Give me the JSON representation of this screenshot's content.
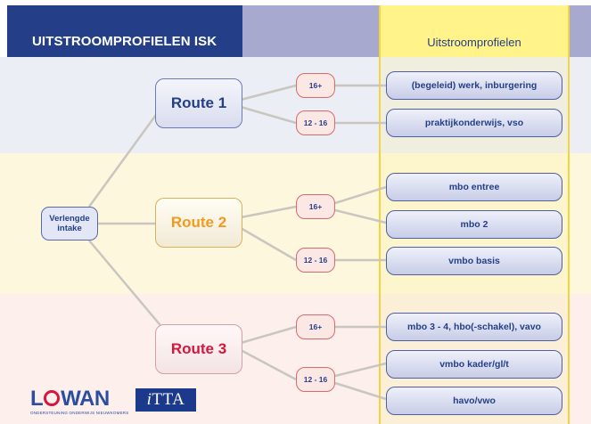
{
  "header": {
    "title": "UITSTROOMPROFIELEN ISK",
    "column_title": "Uitstroomprofielen"
  },
  "intake": {
    "label": "Verlengde intake"
  },
  "routes": [
    {
      "label": "Route 1",
      "color": "#243f87"
    },
    {
      "label": "Route 2",
      "color": "#f29a1f"
    },
    {
      "label": "Route 3",
      "color": "#d6163c"
    }
  ],
  "ages": [
    "16+",
    "12 - 16",
    "16+",
    "12 - 16",
    "16+",
    "12 - 16"
  ],
  "outcomes": [
    "(begeleid) werk, inburgering",
    "praktijkonderwijs, vso",
    "mbo entree",
    "mbo 2",
    "vmbo basis",
    "mbo 3 - 4, hbo(-schakel), vavo",
    "vmbo kader/gl/t",
    "havo/vwo"
  ],
  "logos": {
    "lowan": "LOWAN",
    "lowan_tagline": "ONDERSTEUNING ONDERWIJS NIEUWKOMERS",
    "itta": "iTTA"
  },
  "colors": {
    "header_blue": "#243f87",
    "band_route1": "#eceef6",
    "band_route2": "#fdf7de",
    "band_route3": "#fcefec",
    "column_yellow": "#fff38a"
  }
}
